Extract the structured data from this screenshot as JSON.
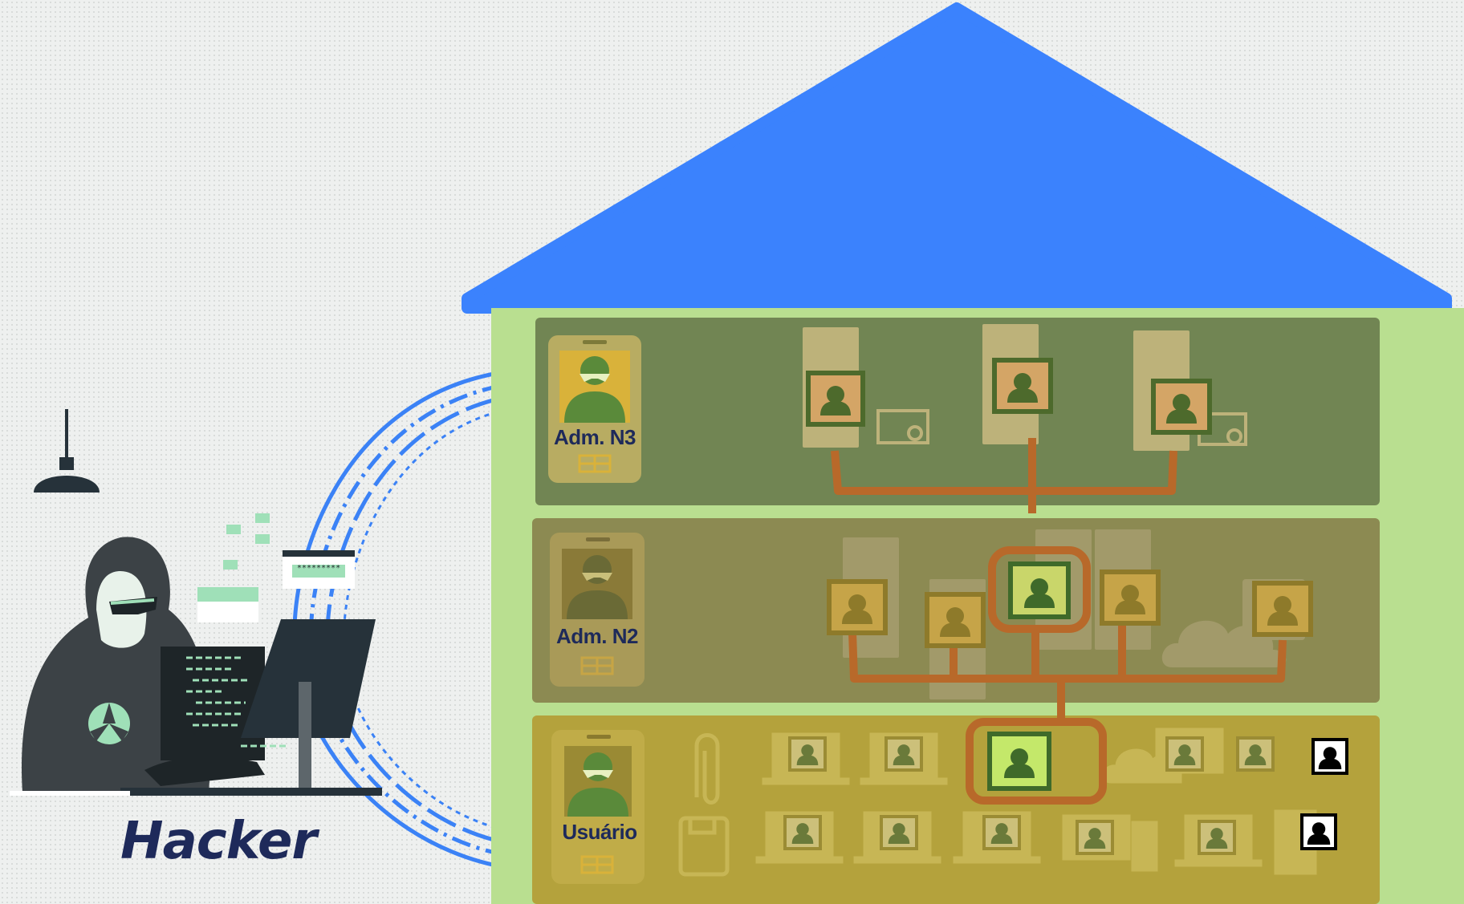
{
  "hacker": {
    "label": "Hacker",
    "password_mask": "*********"
  },
  "tiers": [
    {
      "id": "n3",
      "label": "Adm. N3"
    },
    {
      "id": "n2",
      "label": "Adm. N2"
    },
    {
      "id": "user",
      "label": "Usuário"
    }
  ],
  "colors": {
    "roof": "#3b82fd",
    "house_wall": "#b9df90",
    "tier_n3_panel": "#718553",
    "tier_n2_panel": "#8c8a52",
    "tier_user_panel": "#b4a23c",
    "connector": "#b8692a",
    "highlight_user": "#c4e86a",
    "hacker_arc": "#3b82f6"
  },
  "icons": [
    "hanging-lamp-icon",
    "hacker-figure-icon",
    "monitor-icon",
    "password-field-icon",
    "server-icon",
    "certificate-icon",
    "cloud-icon",
    "laptop-icon",
    "user-avatar-icon",
    "id-badge-icon",
    "chip-icon",
    "paperclip-icon",
    "floppy-disk-icon"
  ]
}
